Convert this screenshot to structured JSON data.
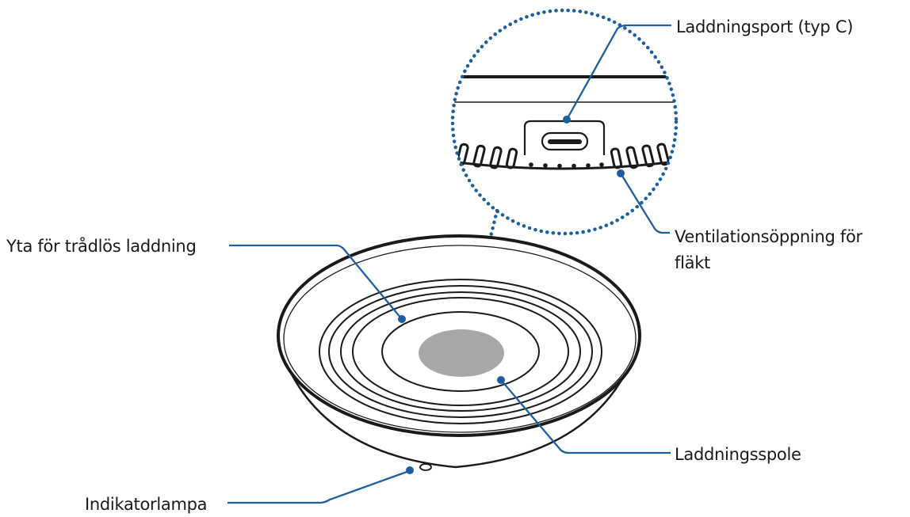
{
  "labels": {
    "charging_port": "Laddningsport (typ C)",
    "charging_surface": "Yta för trådlös laddning",
    "vent_line1": "Ventilationsöppning för",
    "vent_line2": "fläkt",
    "charging_coil": "Laddningsspole",
    "indicator_light": "Indikatorlampa"
  },
  "colors": {
    "outline": "#1a1a1a",
    "callout_line": "#1b5f9e",
    "zoom_dots": "#1b5f9e",
    "coil_fill": "#a7a7a7"
  }
}
